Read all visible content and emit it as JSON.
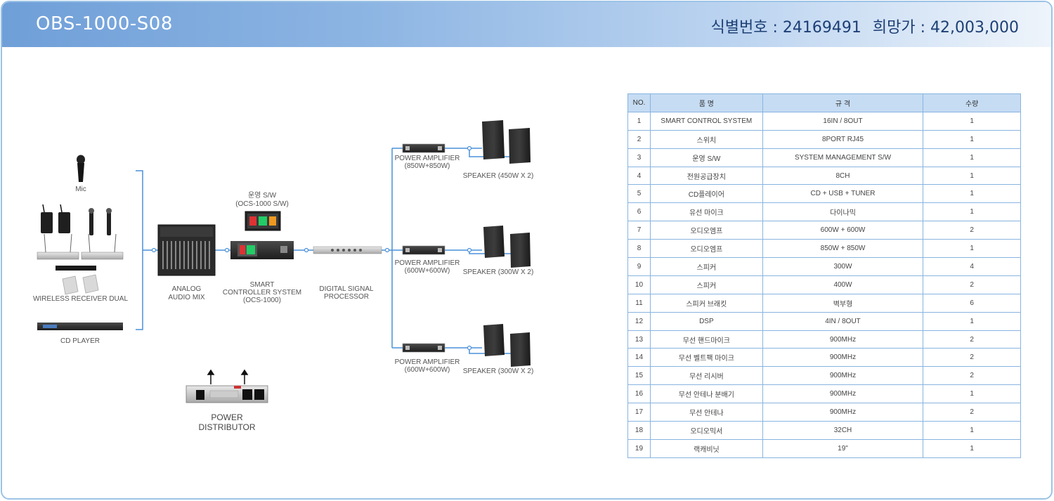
{
  "header": {
    "model": "OBS-1000-S08",
    "id_label": "식별번호 : 24169491",
    "price_label": "희망가 : 42,003,000"
  },
  "diagram": {
    "labels": {
      "mic": "Mic",
      "wireless_receiver": "WIRELESS RECEIVER  DUAL",
      "cd_player": "CD PLAYER",
      "mixer_line1": "ANALOG",
      "mixer_line2": "AUDIO MIX",
      "software_line1": "운영 S/W",
      "software_line2": "(OCS-1000 S/W)",
      "controller_line1": "SMART",
      "controller_line2": "CONTROLLER SYSTEM",
      "controller_line3": "(OCS-1000)",
      "dsp_line1": "DIGITAL SIGNAL",
      "dsp_line2": "PROCESSOR",
      "amp1_line1": "POWER AMPLIFIER",
      "amp1_line2": "(850W+850W)",
      "amp2_line1": "POWER AMPLIFIER",
      "amp2_line2": "(600W+600W)",
      "amp3_line1": "POWER AMPLIFIER",
      "amp3_line2": "(600W+600W)",
      "speaker1": "SPEAKER (450W X 2)",
      "speaker2": "SPEAKER (300W X 2)",
      "speaker3": "SPEAKER (300W X 2)",
      "power_line1": "POWER",
      "power_line2": "DISTRIBUTOR"
    }
  },
  "table": {
    "headers": [
      "NO.",
      "품 명",
      "규 격",
      "수량"
    ],
    "rows": [
      [
        "1",
        "SMART CONTROL SYSTEM",
        "16IN / 8OUT",
        "1"
      ],
      [
        "2",
        "스위치",
        "8PORT RJ45",
        "1"
      ],
      [
        "3",
        "운영 S/W",
        "SYSTEM MANAGEMENT S/W",
        "1"
      ],
      [
        "4",
        "전원공급장치",
        "8CH",
        "1"
      ],
      [
        "5",
        "CD플레이어",
        "CD + USB + TUNER",
        "1"
      ],
      [
        "6",
        "유선 마이크",
        "다이나믹",
        "1"
      ],
      [
        "7",
        "오디오엠프",
        "600W + 600W",
        "2"
      ],
      [
        "8",
        "오디오엠프",
        "850W + 850W",
        "1"
      ],
      [
        "9",
        "스피커",
        "300W",
        "4"
      ],
      [
        "10",
        "스피커",
        "400W",
        "2"
      ],
      [
        "11",
        "스피커 브래킷",
        "벽부형",
        "6"
      ],
      [
        "12",
        "DSP",
        "4IN / 8OUT",
        "1"
      ],
      [
        "13",
        "무선 핸드마이크",
        "900MHz",
        "2"
      ],
      [
        "14",
        "무선 벨트팩 마이크",
        "900MHz",
        "2"
      ],
      [
        "15",
        "무선 리시버",
        "900MHz",
        "2"
      ],
      [
        "16",
        "무선 안테나 분배기",
        "900MHz",
        "1"
      ],
      [
        "17",
        "무선 안테나",
        "900MHz",
        "2"
      ],
      [
        "18",
        "오디오믹서",
        "32CH",
        "1"
      ],
      [
        "19",
        "랙캐비닛",
        "19\"",
        "1"
      ]
    ]
  },
  "colors": {
    "header_start": "#6f9fd8",
    "header_end": "#eef4fb",
    "accent_blue": "#4a90d9",
    "table_header_bg": "#c6dcf3",
    "table_border": "#88b4e0"
  }
}
